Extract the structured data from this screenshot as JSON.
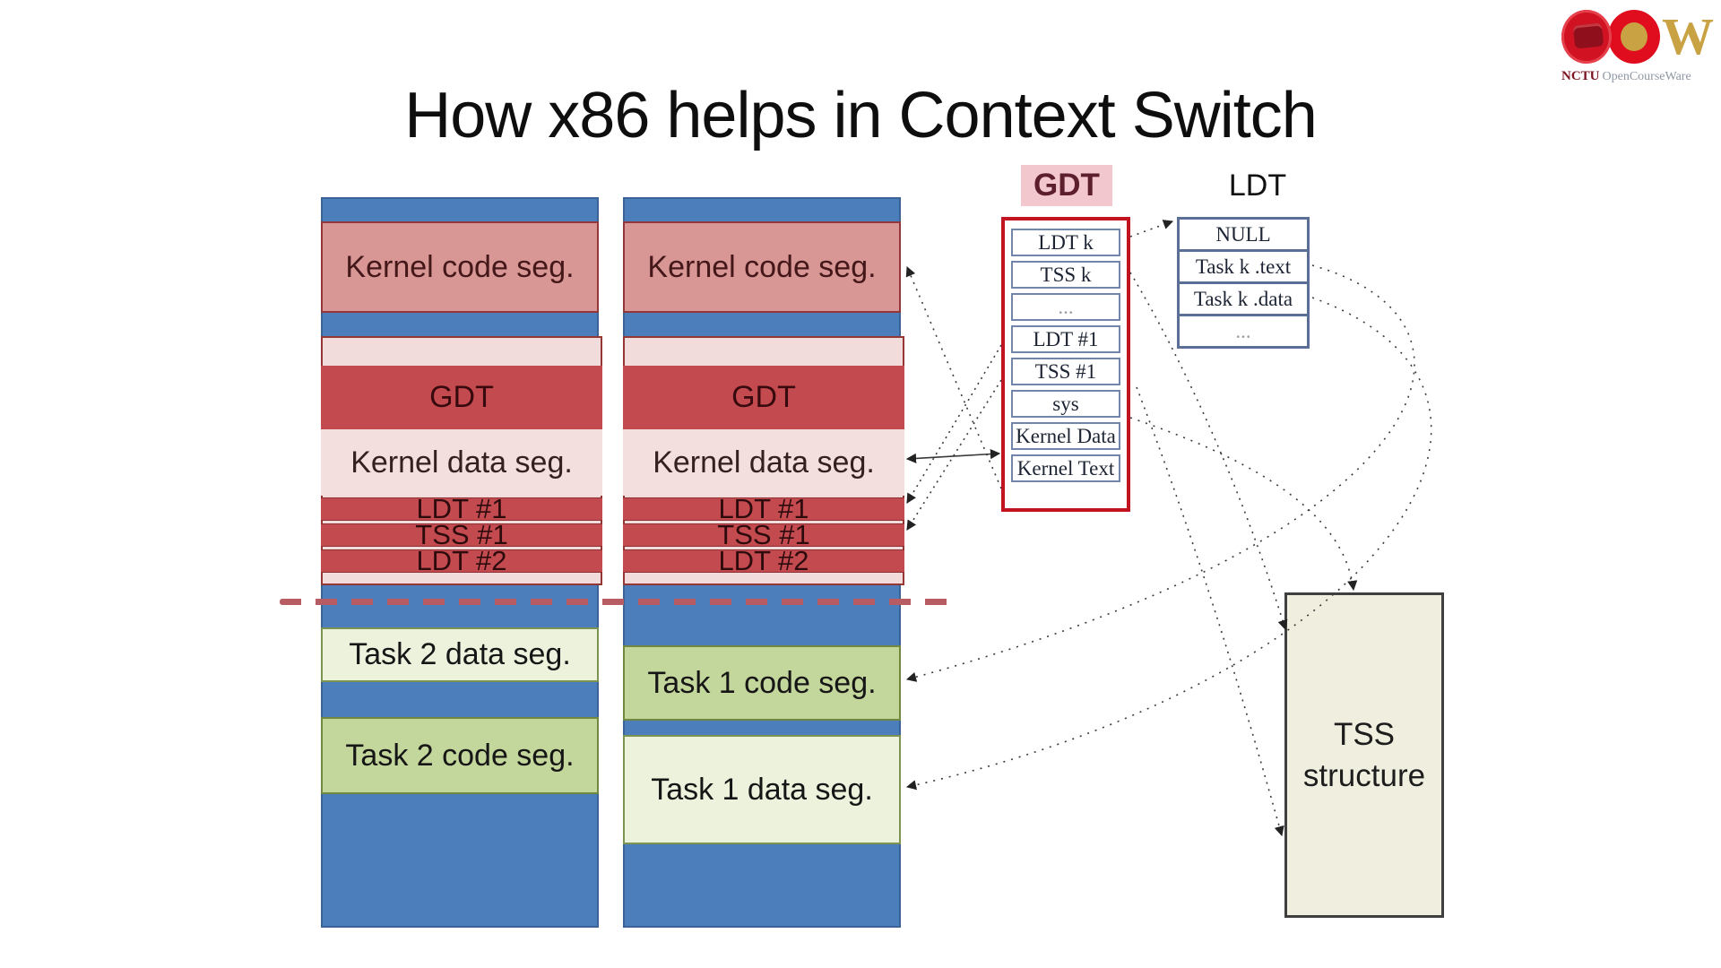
{
  "title": "How x86 helps in Context Switch",
  "logo": {
    "w": "W",
    "nctu": "NCTU",
    "opencourseware": "OpenCourseWare"
  },
  "columns": [
    {
      "name": "address-space-task2",
      "segments": {
        "kernel_code": "Kernel code seg.",
        "gdt": "GDT",
        "kernel_data": "Kernel data seg.",
        "ldt1": "LDT #1",
        "tss1": "TSS #1",
        "ldt2": "LDT #2",
        "task_data": "Task 2 data seg.",
        "task_code": "Task 2 code seg."
      }
    },
    {
      "name": "address-space-task1",
      "segments": {
        "kernel_code": "Kernel code seg.",
        "gdt": "GDT",
        "kernel_data": "Kernel data seg.",
        "ldt1": "LDT #1",
        "tss1": "TSS #1",
        "ldt2": "LDT #2",
        "task_code": "Task 1 code seg.",
        "task_data": "Task 1 data seg."
      }
    }
  ],
  "gdt_panel": {
    "label": "GDT",
    "rows": [
      "LDT k",
      "TSS k",
      "...",
      "LDT #1",
      "TSS #1",
      "sys",
      "Kernel Data",
      "Kernel Text"
    ]
  },
  "ldt_panel": {
    "label": "LDT",
    "rows": [
      "NULL",
      "Task k .text",
      "Task k .data",
      "..."
    ]
  },
  "tss_box": {
    "line1": "TSS",
    "line2": "structure"
  },
  "colors": {
    "column_blue": "#4d7ebc",
    "kernel_code_pink": "#d89694",
    "gdt_red": "#c34b50",
    "kernel_data_pink": "#f2dbdb",
    "task_code_green": "#c3d69b",
    "task_data_green": "#edf2dd",
    "tss_cream": "#f0efdf",
    "gdt_table_border": "#c21320",
    "gdt_label_bg": "#f2c7ce",
    "divider_red": "#b85c63"
  }
}
